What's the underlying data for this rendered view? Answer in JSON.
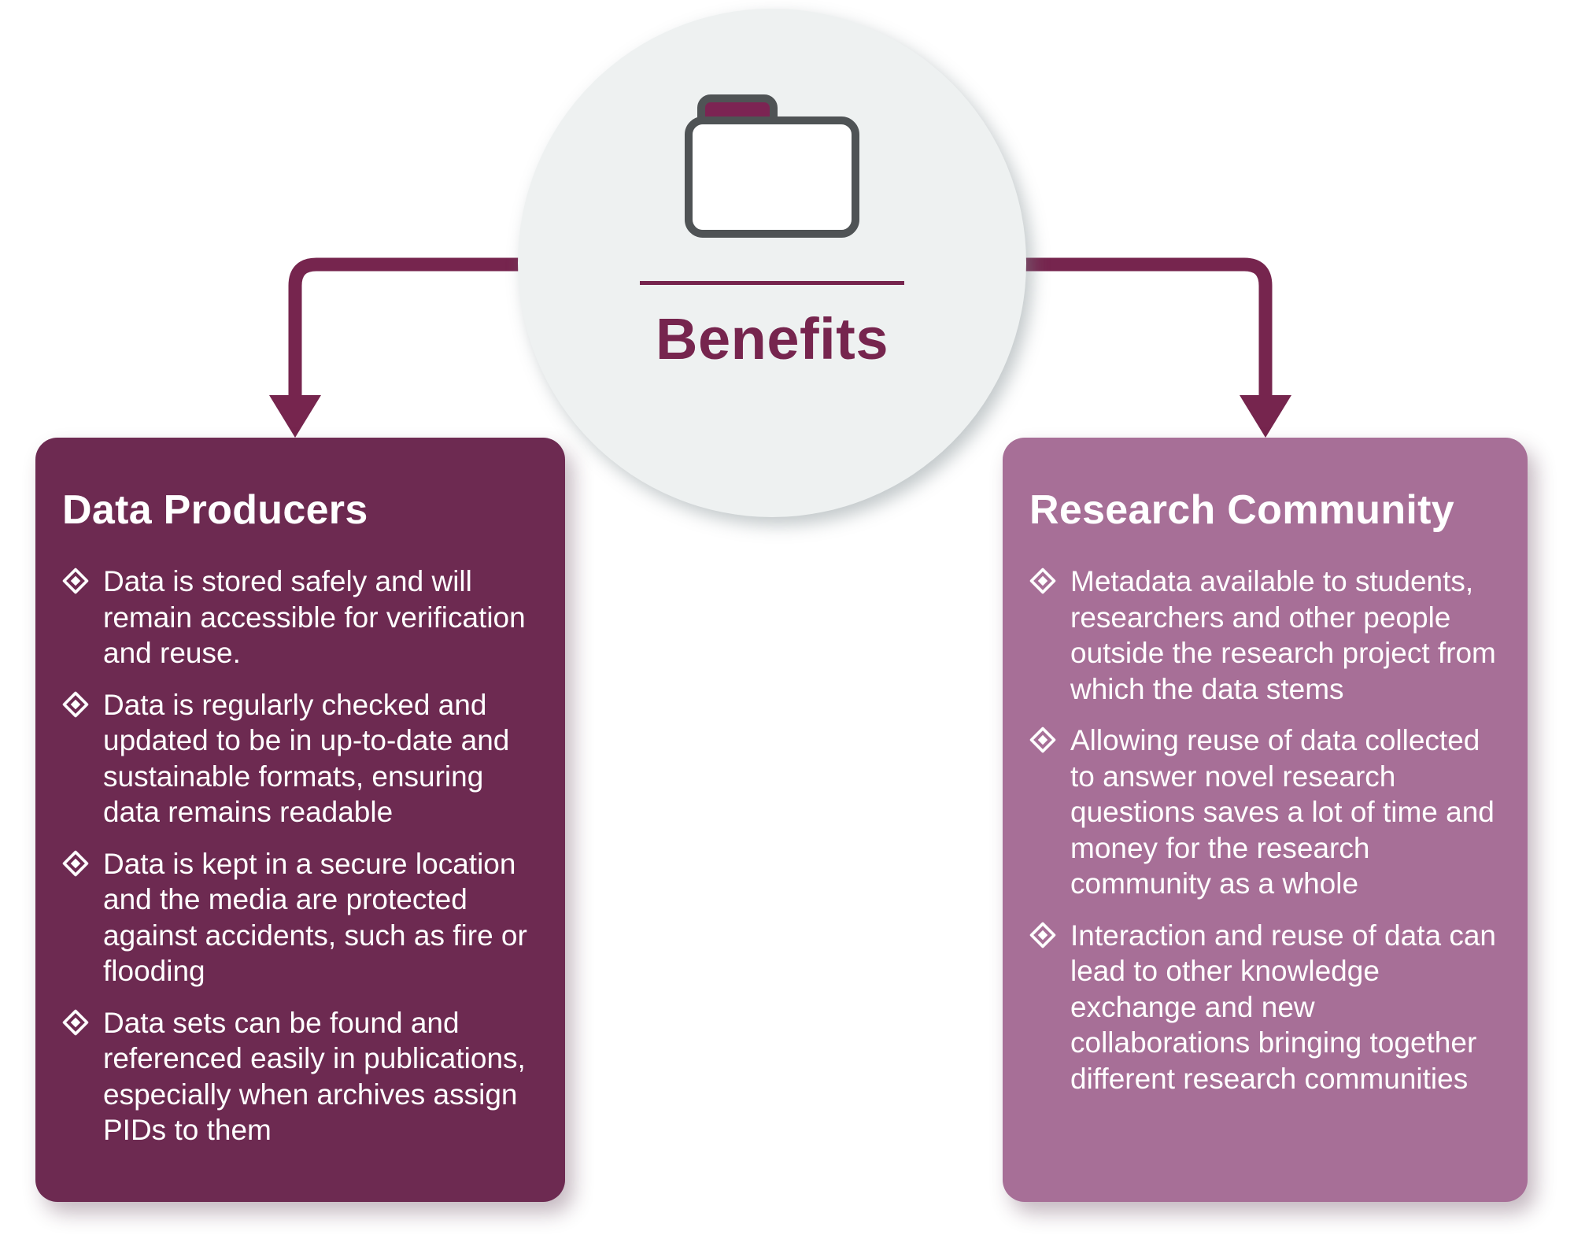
{
  "diagram": {
    "title": "Benefits"
  },
  "colors": {
    "accent": "#76254e",
    "left_card_bg": "#6d2a51",
    "right_card_bg": "#a76f97",
    "circle_bg": "#eef1f1",
    "text": "#ffffff",
    "folder_outline": "#4f5355",
    "folder_tab_fill": "#7c2453"
  },
  "left_card": {
    "title": "Data Producers",
    "items": [
      "Data is stored safely and will remain accessible for verification and reuse.",
      "Data is regularly checked and updated to be in up-to-date and sustainable formats, ensuring data remains readable",
      "Data is kept in a secure location and the media are protected against accidents, such as fire or flooding",
      "Data sets can be found and referenced easily in publications, especially when archives assign PIDs to them"
    ]
  },
  "right_card": {
    "title": "Research Community",
    "items": [
      "Metadata available to students, researchers and other people outside the research project from which the data stems",
      "Allowing reuse of data collected to answer novel research questions saves a lot of time and money for the research community as a whole",
      "Interaction and reuse of data can lead to other knowledge exchange and new collaborations bringing together different research communities"
    ]
  }
}
